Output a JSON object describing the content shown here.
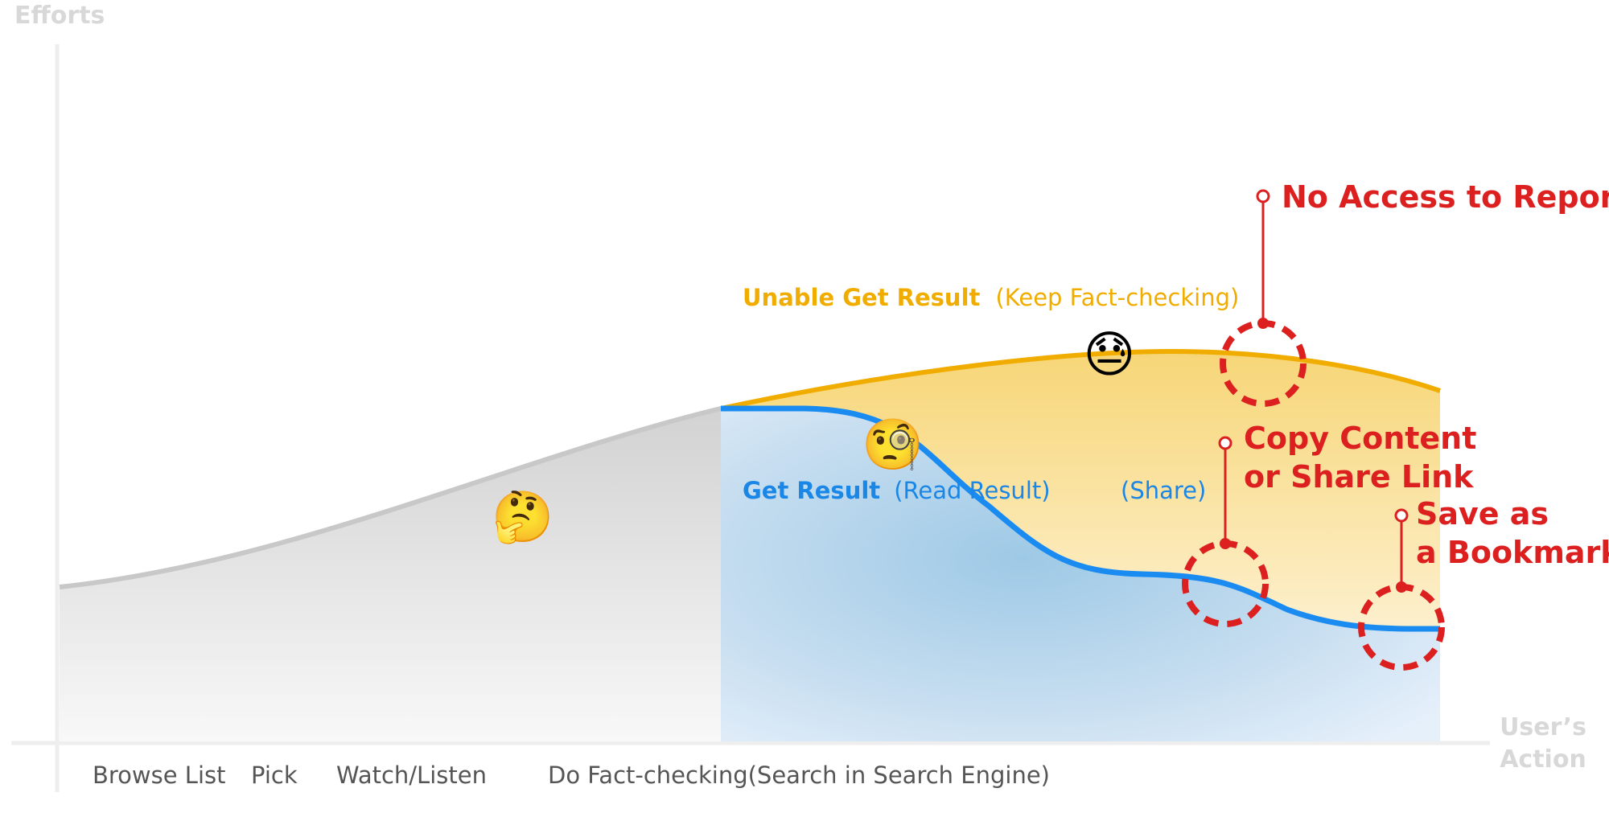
{
  "axes": {
    "y_title": "Efforts",
    "x_title_line1": "User’s",
    "x_title_line2": "Action"
  },
  "steps": [
    "Browse List",
    "Pick",
    "Watch/Listen",
    "Do Fact-checking(Search in Search Engine)"
  ],
  "paths": {
    "unable_bold": "Unable Get Result",
    "unable_note": "(Keep Fact-checking)",
    "get_bold": "Get Result",
    "get_note": "(Read Result)",
    "share_note": "(Share)"
  },
  "pain_points": {
    "no_access": "No Access to Report",
    "copy_line1": "Copy Content",
    "copy_line2": "or Share Link",
    "bookmark_line1": "Save as",
    "bookmark_line2": "a Bookmark"
  },
  "emojis": {
    "thinking": "🤔",
    "monocle": "🧐",
    "downcast_sweat": "😓"
  },
  "colors": {
    "gray_curve": "#c8c8c8",
    "yellow_curve": "#f0ad00",
    "blue_curve": "#1a8bf0",
    "marker_red": "#dc2020",
    "axis_gray": "#eeeeee"
  }
}
